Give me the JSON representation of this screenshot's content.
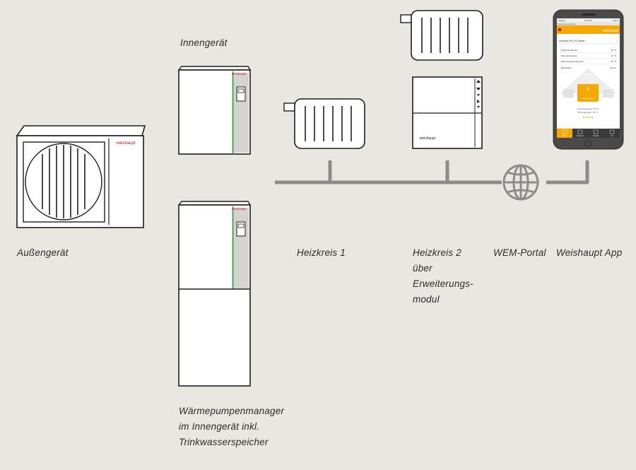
{
  "labels": {
    "innengeraet": "Innengerät",
    "aussengeraet": "Außengerät",
    "heizkreis1": "Heizkreis 1",
    "heizkreis2": [
      "Heizkreis 2",
      "über",
      "Erweiterungs-",
      "modul"
    ],
    "wem_portal": "WEM-Portal",
    "weishaupt_app": "Weishaupt App",
    "manager": [
      "Wärmepumpenmanager",
      "im Innengerät inkl.",
      "Trinkwasserspeicher"
    ]
  },
  "brand": "weishaupt",
  "colors": {
    "background": "#e8e7e2",
    "line": "#8c8c8c",
    "brand_red": "#d0131e",
    "accent_green": "#2aa02a",
    "app_yellow": "#f5a800",
    "phone_body": "#4a4a4a"
  },
  "icons": [
    "outdoor-unit-fan-icon",
    "radiator-icon",
    "globe-icon",
    "smartphone-icon"
  ],
  "app": {
    "status_left": "Telekom",
    "status_time": "9:41 AM",
    "status_right": "100 %",
    "url": "home.wem-portal.de",
    "header_left": "",
    "header_brand": "weishaupt",
    "location": "Heizkreis HK / EG Meyer",
    "rows": [
      {
        "label": "Außentemperatur",
        "value": "16 °C"
      },
      {
        "label": "Raumtemperatur",
        "value": "21 °C"
      },
      {
        "label": "Warmwassertemperatur",
        "value": "52 °C"
      },
      {
        "label": "Betriebsart",
        "value": "Sonne"
      }
    ],
    "center_badge": "Wärmepumpe",
    "soll_line": "Soll-Temperatur: 42 °C",
    "ist_line": "Ist-Temperatur: 42 °C",
    "tabs": [
      "Home",
      "Programm",
      "Statistik",
      "Info"
    ]
  }
}
